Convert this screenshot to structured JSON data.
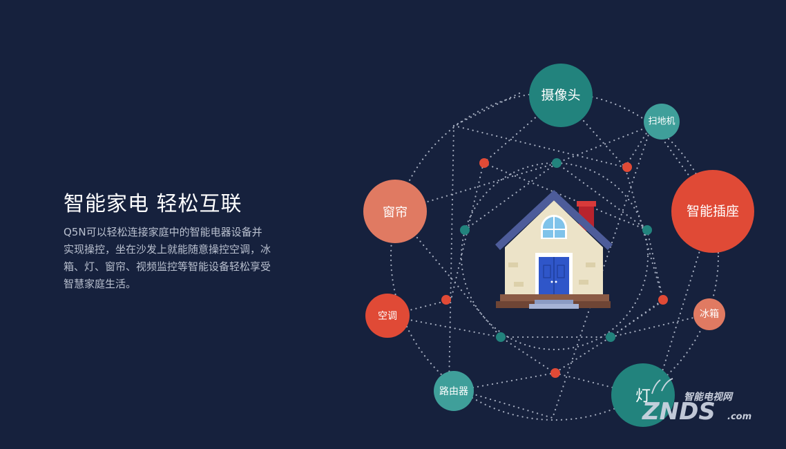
{
  "headline": "智能家电 轻松互联",
  "description": "Q5N可以轻松连接家庭中的智能电器设备并实现操控，坐在沙发上就能随意操控空调，冰箱、灯、窗帘、视频监控等智能设备轻松享受智慧家庭生活。",
  "devices": {
    "camera": "摄像头",
    "robot_vacuum": "扫地机",
    "smart_plug": "智能插座",
    "curtain": "窗帘",
    "air_conditioner": "空调",
    "fridge": "冰箱",
    "router": "路由器",
    "light": "灯"
  },
  "colors": {
    "background": "#16213d",
    "teal": "#22837d",
    "teal_light": "#3f9f9a",
    "salmon": "#e07a62",
    "red": "#e04a36"
  },
  "watermark": {
    "title": "智能电视网",
    "brand": "ZNDS",
    "suffix": ".com"
  }
}
